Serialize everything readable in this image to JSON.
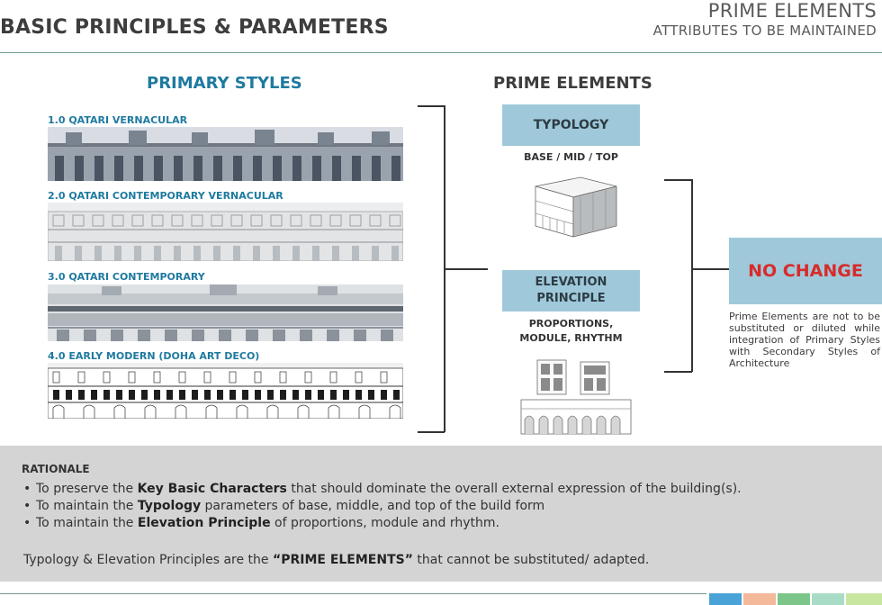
{
  "header": {
    "title": "BASIC PRINCIPLES & PARAMETERS",
    "right_line1": "PRIME ELEMENTS",
    "right_line2": "ATTRIBUTES TO BE MAINTAINED"
  },
  "primary_styles": {
    "title": "PRIMARY STYLES",
    "items": [
      {
        "label": "1.0 QATARI VERNACULAR"
      },
      {
        "label": "2.0 QATARI CONTEMPORARY VERNACULAR"
      },
      {
        "label": "3.0  QATARI CONTEMPORARY"
      },
      {
        "label": "4.0  EARLY MODERN (DOHA ART DECO)"
      }
    ]
  },
  "prime_elements": {
    "title": "PRIME ELEMENTS",
    "typology": {
      "label": "TYPOLOGY",
      "caption": "BASE / MID / TOP"
    },
    "elevation": {
      "label_line1": "ELEVATION",
      "label_line2": "PRINCIPLE",
      "caption_line1": "PROPORTIONS,",
      "caption_line2": "MODULE, RHYTHM"
    }
  },
  "no_change": {
    "label": "NO CHANGE",
    "description": "Prime Elements are not to be substituted or diluted while integration of Primary Styles with Secondary Styles of Architecture"
  },
  "rationale": {
    "title": "RATIONALE",
    "bullets": [
      {
        "pre": "To preserve the ",
        "bold": "Key Basic Characters",
        "post": " that should dominate the overall external expression of the building(s)."
      },
      {
        "pre": "To maintain the ",
        "bold": "Typology",
        "post": " parameters of base, middle, and top of the build form"
      },
      {
        "pre": "To maintain the ",
        "bold": "Elevation Principle",
        "post": " of proportions, module and rhythm."
      }
    ],
    "footer_pre": "Typology & Elevation Principles are the ",
    "footer_bold": "“PRIME ELEMENTS”",
    "footer_post": " that cannot be substituted/ adapted."
  },
  "colors": {
    "accent_blue": "#1f7aa0",
    "box_blue": "#9fc9da",
    "no_change_red": "#d82b2b",
    "rule_green": "#6f9c8b",
    "swatches": [
      "#4aa3d6",
      "#f4b89a",
      "#7cc68a",
      "#a9dcc6",
      "#c8e6a0"
    ]
  }
}
